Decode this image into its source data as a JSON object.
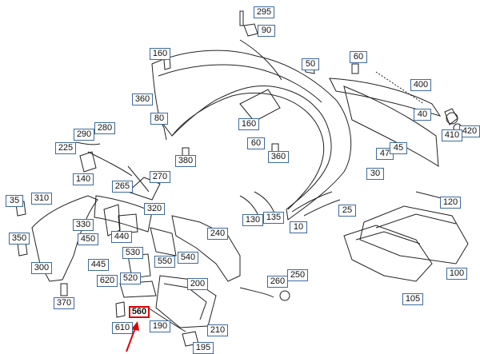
{
  "diagram": {
    "callouts": {
      "c295": "295",
      "c90": "90",
      "c160a": "160",
      "c50": "50",
      "c60a": "60",
      "c400": "400",
      "c360a": "360",
      "c80": "80",
      "c160b": "160",
      "c40": "40",
      "c420": "420",
      "c290": "290",
      "c280": "280",
      "c225": "225",
      "c60b": "60",
      "c410": "410",
      "c47": "47",
      "c45": "45",
      "c360b": "360",
      "c380": "380",
      "c140": "140",
      "c270": "270",
      "c30": "30",
      "c265": "265",
      "c35": "35",
      "c310": "310",
      "c120": "120",
      "c320": "320",
      "c25": "25",
      "c330": "330",
      "c130": "130",
      "c135": "135",
      "c10": "10",
      "c350": "350",
      "c450": "450",
      "c440": "440",
      "c240": "240",
      "c530": "530",
      "c445": "445",
      "c550": "550",
      "c540": "540",
      "c300": "300",
      "c620": "620",
      "c520": "520",
      "c200": "200",
      "c260": "260",
      "c250": "250",
      "c100": "100",
      "c370": "370",
      "c560": "560",
      "c105": "105",
      "c610": "610",
      "c190": "190",
      "c210": "210",
      "c195": "195"
    },
    "highlighted_part": "560",
    "colors": {
      "callout_border": "#3d6b9e",
      "highlight": "#e00000",
      "line_art": "#222222"
    }
  }
}
